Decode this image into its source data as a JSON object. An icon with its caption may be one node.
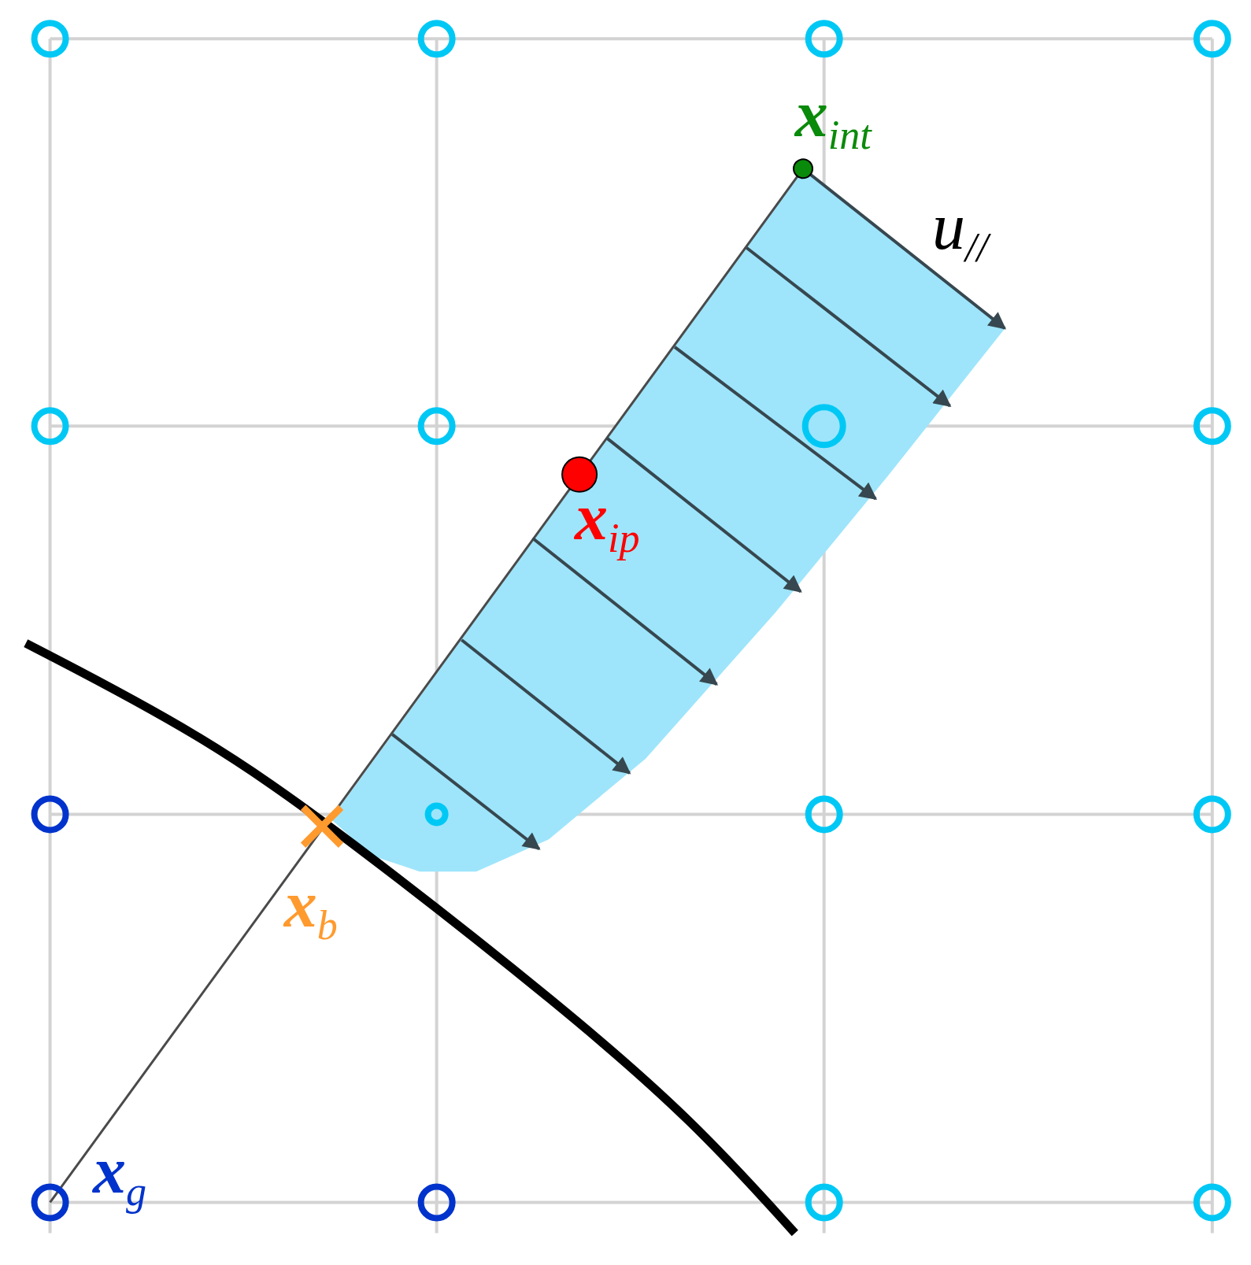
{
  "diagram": {
    "labels": [
      "**x**$_{int}$",
      "u$_{//}$",
      "**x**$_{ip}$",
      "**x**$_{b}$",
      "**x**$_{g}$"
    ]
  }
}
